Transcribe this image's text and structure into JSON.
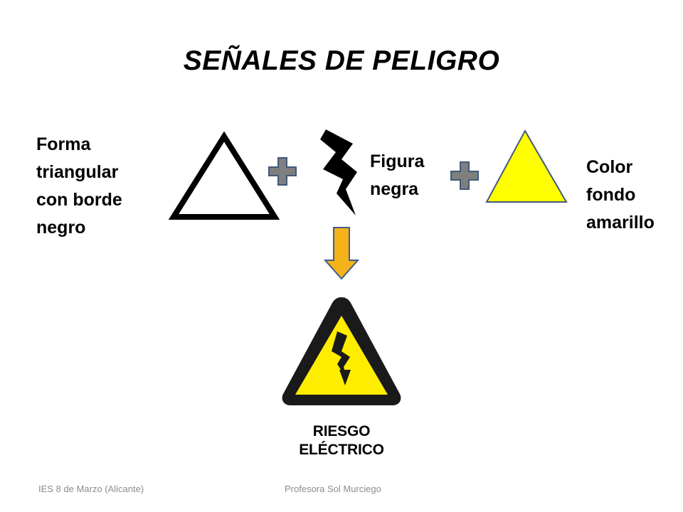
{
  "title": "SEÑALES DE PELIGRO",
  "components": {
    "shape": {
      "lines": [
        "Forma",
        "triangular",
        "con borde",
        "negro"
      ]
    },
    "figure": {
      "lines": [
        "Figura",
        "negra"
      ]
    },
    "background": {
      "lines": [
        "Color",
        "fondo",
        "amarillo"
      ]
    }
  },
  "icons": {
    "shape": "triangle-outline-icon",
    "operator": "plus-icon",
    "figure": "lightning-bolt-icon",
    "background": "yellow-triangle-icon",
    "result_arrow": "down-arrow-icon",
    "result_sign": "electrical-hazard-sign"
  },
  "result": {
    "lines": [
      "RIESGO",
      "ELÉCTRICO"
    ]
  },
  "colors": {
    "sign_yellow": "#ffed00",
    "background_yellow": "#ffff00",
    "plus_fill": "#7f7f7f",
    "plus_stroke": "#41597a",
    "arrow_fill": "#f5b21b",
    "arrow_stroke": "#3f5f88"
  },
  "footer": {
    "left": "IES 8 de Marzo (Alicante)",
    "right": "Profesora  Sol Murciego"
  }
}
